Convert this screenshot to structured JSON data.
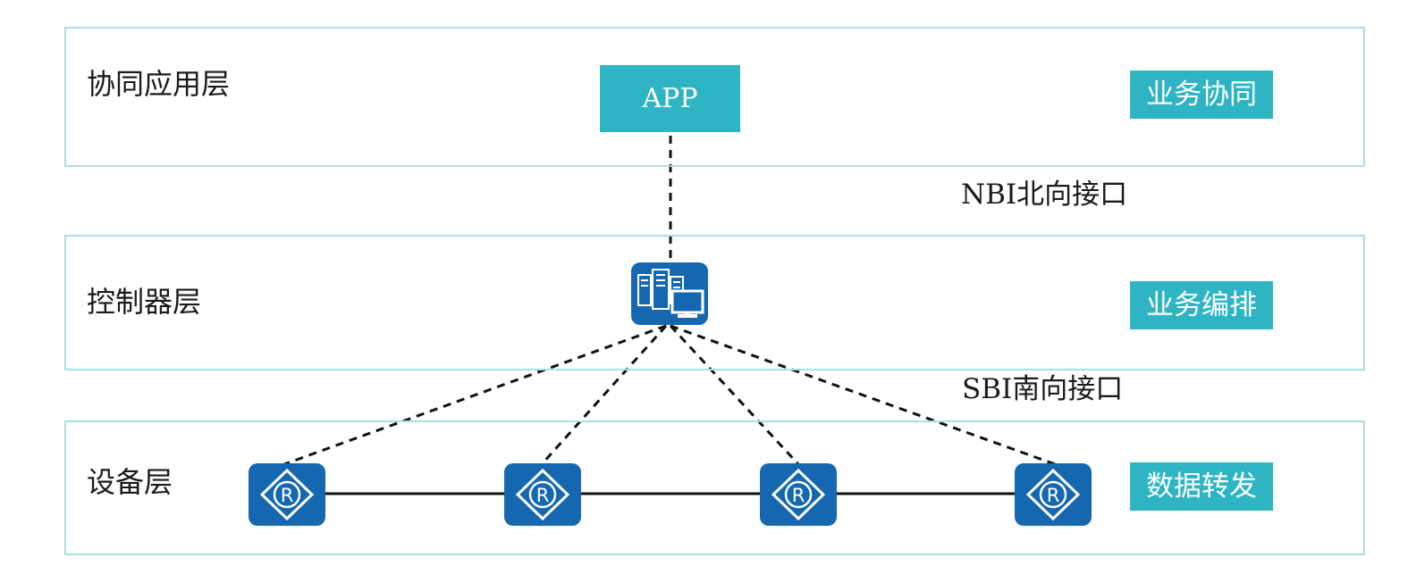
{
  "layers": {
    "app": {
      "name": "协同应用层",
      "tag": "业务协同"
    },
    "controller": {
      "name": "控制器层",
      "tag": "业务编排"
    },
    "device": {
      "name": "设备层",
      "tag": "数据转发"
    }
  },
  "app_label": "APP",
  "interfaces": {
    "north": "NBI北向接口",
    "south": "SBI南向接口"
  },
  "routers": [
    {
      "label": "R",
      "icon": "router-icon"
    },
    {
      "label": "R",
      "icon": "router-icon"
    },
    {
      "label": "R",
      "icon": "router-icon"
    },
    {
      "label": "R",
      "icon": "router-icon"
    }
  ],
  "controller_icon": "controller-server-icon",
  "colors": {
    "accent": "#2fb4c4",
    "node_blue": "#1567b0",
    "layer_border": "#a9dfe4"
  }
}
